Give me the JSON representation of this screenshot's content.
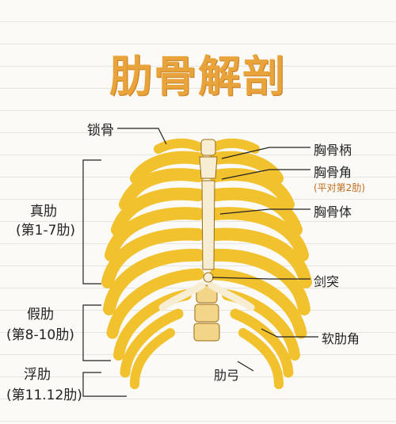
{
  "title": "肋骨解剖",
  "labels": {
    "clavicle": "锁骨",
    "manubrium": "胸骨柄",
    "sternal_angle": "胸骨角",
    "sternal_angle_note": "(平对第2肋)",
    "sternum_body": "胸骨体",
    "xiphoid": "剑突",
    "true_ribs": "真肋",
    "true_ribs_range": "(第1-7肋)",
    "false_ribs": "假肋",
    "false_ribs_range": "(第8-10肋)",
    "floating_ribs": "浮肋",
    "floating_ribs_range": "(第11.12肋)",
    "costal_cartilage": "软肋角",
    "costal_arch": "肋弓"
  },
  "colors": {
    "title": "#e8a33a",
    "bone": "#f2c12e",
    "bone_dark": "#d9a21c",
    "cartilage": "#f7edd2",
    "outline": "#9a6a10"
  }
}
